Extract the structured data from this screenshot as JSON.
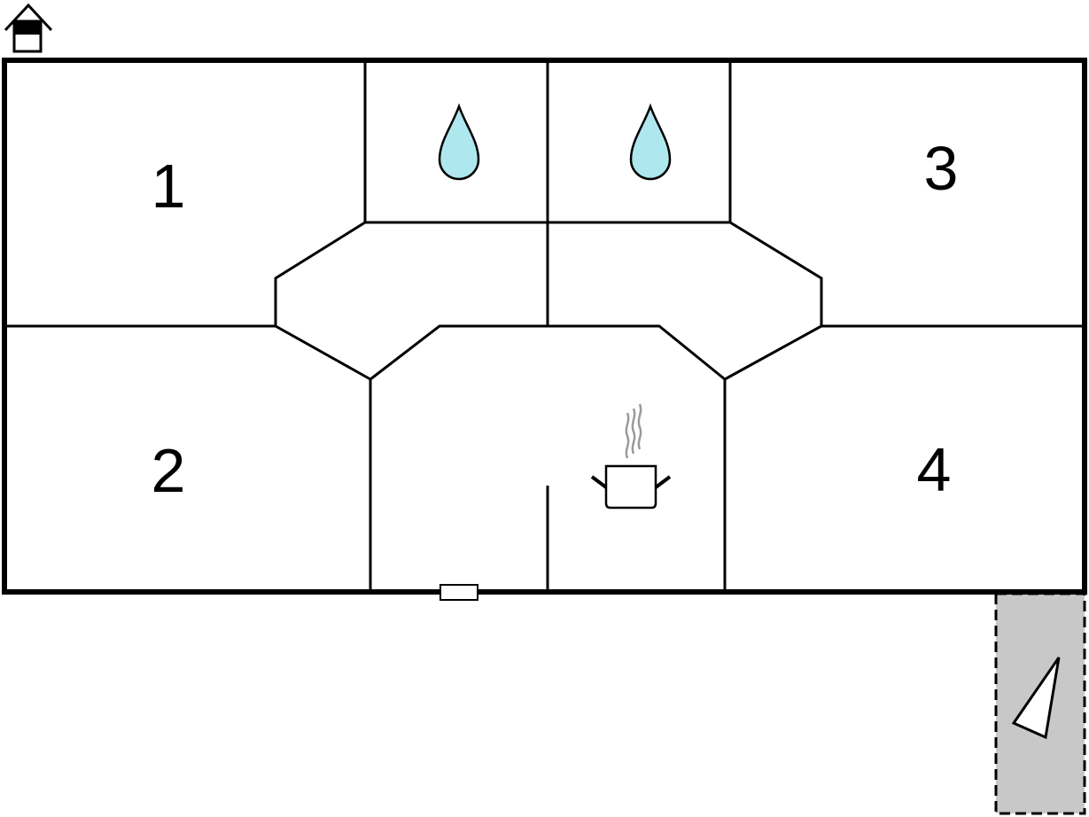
{
  "rooms": [
    {
      "label": "1"
    },
    {
      "label": "2"
    },
    {
      "label": "3"
    },
    {
      "label": "4"
    }
  ],
  "icons": {
    "floor_indicator": "house-floor-icon",
    "bathroom": "water-drop-icon",
    "kitchen": "cooking-pot-icon",
    "entrance": "door-icon",
    "terrace": "terrace-triangle-icon"
  },
  "colors": {
    "wall": "#000000",
    "water": "#aee8ee",
    "terrace_fill": "#c8c8c8",
    "steam": "#9a9a9a"
  }
}
